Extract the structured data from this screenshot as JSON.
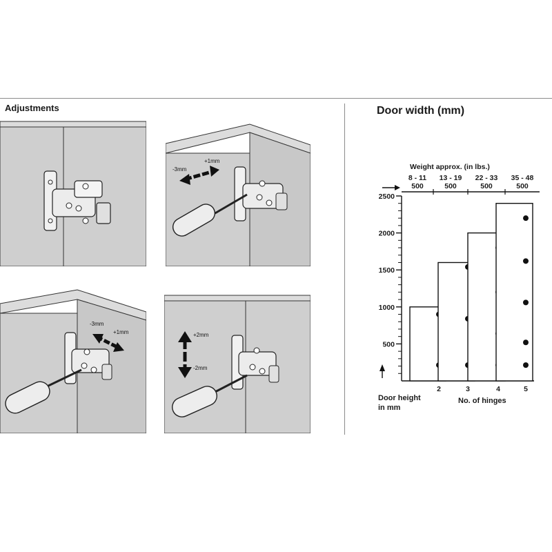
{
  "left": {
    "title": "Adjustments",
    "panel2": {
      "left_label": "-3mm",
      "right_label": "+1mm"
    },
    "panel3": {
      "left_label": "-3mm",
      "right_label": "+1mm"
    },
    "panel4": {
      "top_label": "+2mm",
      "bottom_label": "-2mm"
    }
  },
  "chart_data": {
    "type": "bar",
    "title": "Door width (mm)",
    "weight_header": "Weight approx. (in lbs.)",
    "weight_ranges": [
      "8 - 11",
      "13 - 19",
      "22 - 33",
      "35 - 48"
    ],
    "widths": [
      "500",
      "500",
      "500",
      "500"
    ],
    "categories": [
      "2",
      "3",
      "4",
      "5"
    ],
    "values": [
      1000,
      1600,
      2000,
      2400
    ],
    "y_ticks": [
      "500",
      "1000",
      "1500",
      "2000",
      "2500"
    ],
    "ylim": [
      0,
      2500
    ],
    "xlabel": "No. of hinges",
    "ylabel": "Door height\nin mm",
    "ylabel_line1": "Door height",
    "ylabel_line2": "in mm",
    "dots": [
      [
        120,
        900
      ],
      [
        120,
        840,
        1540
      ],
      [
        120,
        640,
        1200,
        1800
      ],
      [
        120,
        520,
        1060,
        1620,
        2200
      ]
    ]
  }
}
